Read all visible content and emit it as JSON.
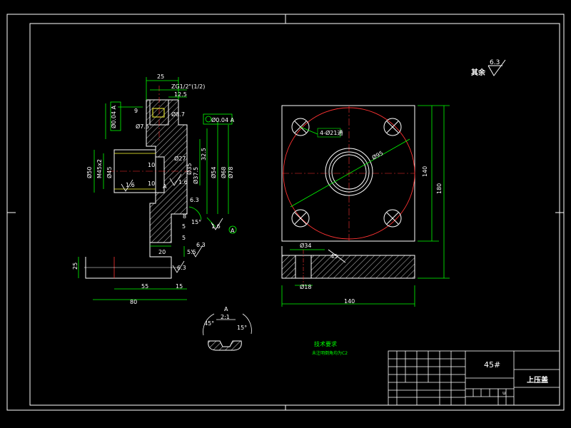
{
  "drawing": {
    "material": "45#",
    "part_name": "上压盖",
    "title_block_small": "u",
    "tech_req_title": "技术要求",
    "tech_req_line": "未注明倒角均为C2",
    "surface_note": "其余",
    "surface_roughness": "6.3"
  },
  "left_view": {
    "dim_top_25": "25",
    "dim_thread_note": "ZG1/2\"(1/2)",
    "dim_12_5": "12.5",
    "dim_9": "9",
    "dim_phi8_7": "Ø8.7",
    "dim_phi7_5": "Ø7.5",
    "tol_left": "Ø0.04 A",
    "tol_right": "Ø0.04 A",
    "dim_phi50": "Ø50",
    "dim_m45": "M45x2",
    "dim_phi45_s": "Ø45",
    "dim_10a": "10",
    "dim_10b": "10",
    "dim_phi27": "Ø27",
    "dim_phi35": "Ø35",
    "dim_phi37_5": "Ø37.5",
    "dim_phi54": "Ø54",
    "dim_phi68": "Ø68",
    "dim_phi78": "Ø78",
    "dim_32_5": "32.5",
    "dim_6_3a": "6.3",
    "dim_1_6a": "1.6",
    "dim_1_6b": "1.6",
    "dim_1_6c": "1.6",
    "dim_15deg": "15°",
    "dim_8": "8",
    "dim_5a": "5",
    "dim_5b": "5",
    "dim_20": "20",
    "dim_5_5": "5.5",
    "dim_6_3b": "6.3",
    "dim_6_3c": "6.3",
    "dim_25_left": "25",
    "dim_55": "55",
    "dim_15": "15",
    "dim_80": "80",
    "datum_a": "A",
    "datum_label": "A"
  },
  "right_view": {
    "holes_note": "4-Ø21通",
    "dim_phi95": "Ø95",
    "dim_140_v": "140",
    "dim_180": "180",
    "dim_phi34": "Ø34",
    "dim_45": "45",
    "dim_phi18": "Ø18",
    "dim_140_h": "140"
  },
  "detail": {
    "label_a": "A",
    "scale": "2:1",
    "angle_left": "45°",
    "angle_right": "15°"
  }
}
